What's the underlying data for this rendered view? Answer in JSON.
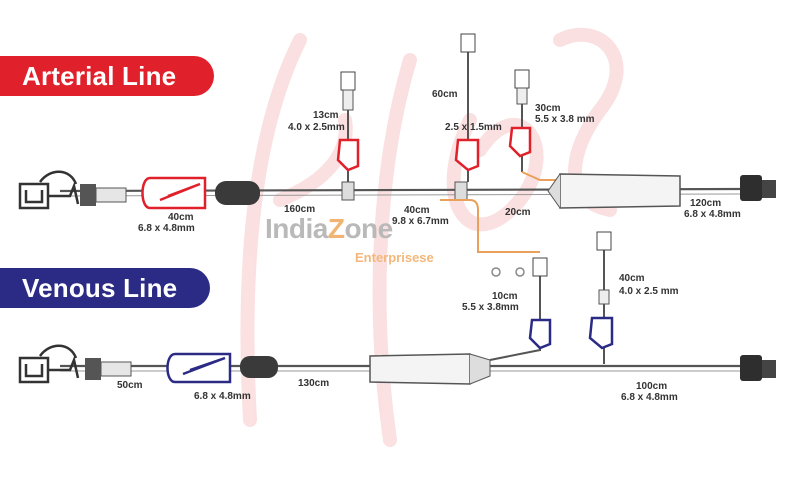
{
  "banners": {
    "arterial": "Arterial Line",
    "venous": "Venous Line"
  },
  "watermark": {
    "brand_left": "India",
    "brand_mid": "Z",
    "brand_right": "one",
    "sub": "Enterprisese"
  },
  "arterial_labels": {
    "clamp_len": "40cm",
    "clamp_size": "6.8 x 4.8mm",
    "seg_160": "160cm",
    "mid_len": "40cm",
    "mid_size": "9.8 x 6.7mm",
    "seg_20": "20cm",
    "br1_len": "13cm",
    "br1_size": "4.0 x 2.5mm",
    "br2_len": "60cm",
    "br2_size": "2.5 x 1.5mm",
    "br3_len": "30cm",
    "br3_size": "5.5 x 3.8 mm",
    "end_len": "120cm",
    "end_size": "6.8 x 4.8mm"
  },
  "venous_labels": {
    "seg_50": "50cm",
    "clamp_size": "6.8 x 4.8mm",
    "seg_130": "130cm",
    "br1_len": "10cm",
    "br1_size": "5.5 x 3.8mm",
    "br2_len": "40cm",
    "br2_size": "4.0 x 2.5 mm",
    "end_len": "100cm",
    "end_size": "6.8 x 4.8mm"
  },
  "colors": {
    "arterial": "#e0202a",
    "venous": "#2b2b86",
    "tubing": "#555555",
    "orange_tube": "#e8a05a"
  }
}
